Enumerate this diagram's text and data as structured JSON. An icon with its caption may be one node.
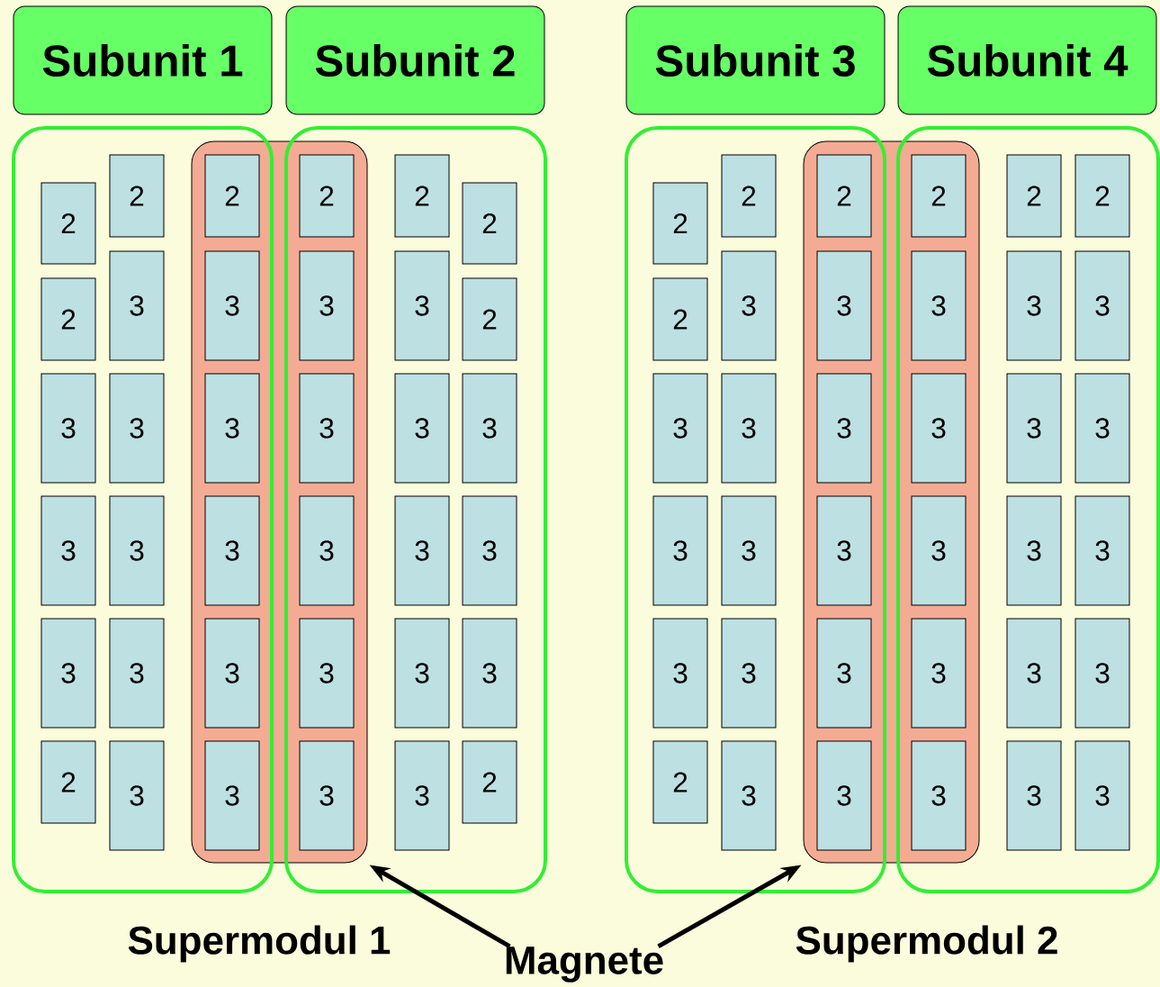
{
  "diagram": {
    "nodes": [
      {
        "text": [
          "Subunit 1"
        ]
      },
      {
        "text": [
          "Subunit 2"
        ]
      },
      {
        "text": [
          "Subunit 3"
        ]
      },
      {
        "text": [
          "Subunit 4"
        ]
      },
      {
        "text": [],
        "shape": "box"
      },
      {
        "text": [],
        "shape": "box"
      },
      {
        "text": [],
        "shape": "box"
      },
      {
        "text": [],
        "shape": "box"
      },
      {
        "text": [],
        "shape": "bar"
      },
      {
        "text": [],
        "shape": "bar"
      },
      {
        "text": [
          "2"
        ],
        "in": 4
      },
      {
        "text": [
          "2"
        ],
        "in": 4
      },
      {
        "text": [
          "3"
        ],
        "in": 4
      },
      {
        "text": [
          "3"
        ],
        "in": 4
      },
      {
        "text": [
          "3"
        ],
        "in": 4
      },
      {
        "text": [
          "2"
        ],
        "in": 4
      },
      {
        "text": [
          "2"
        ],
        "in": 4
      },
      {
        "text": [
          "3"
        ],
        "in": 4
      },
      {
        "text": [
          "3"
        ],
        "in": 4
      },
      {
        "text": [
          "3"
        ],
        "in": 4
      },
      {
        "text": [
          "3"
        ],
        "in": 4
      },
      {
        "text": [
          "3"
        ],
        "in": 4
      },
      {
        "text": [
          "2"
        ]
      },
      {
        "text": [
          "3"
        ]
      },
      {
        "text": [
          "3"
        ]
      },
      {
        "text": [
          "3"
        ]
      },
      {
        "text": [
          "3"
        ]
      },
      {
        "text": [
          "3"
        ]
      },
      {
        "text": [
          "2"
        ]
      },
      {
        "text": [
          "3"
        ]
      },
      {
        "text": [
          "3"
        ]
      },
      {
        "text": [
          "3"
        ]
      },
      {
        "text": [
          "3"
        ]
      },
      {
        "text": [
          "3"
        ]
      },
      {
        "text": [
          "2"
        ],
        "in": 5
      },
      {
        "text": [
          "3"
        ],
        "in": 5
      },
      {
        "text": [
          "3"
        ],
        "in": 5
      },
      {
        "text": [
          "3"
        ],
        "in": 5
      },
      {
        "text": [
          "3"
        ],
        "in": 5
      },
      {
        "text": [
          "3"
        ],
        "in": 5
      },
      {
        "text": [
          "2"
        ],
        "in": 5
      },
      {
        "text": [
          "2"
        ],
        "in": 5
      },
      {
        "text": [
          "3"
        ],
        "in": 5
      },
      {
        "text": [
          "3"
        ],
        "in": 5
      },
      {
        "text": [
          "3"
        ],
        "in": 5
      },
      {
        "text": [
          "2"
        ],
        "in": 5
      },
      {
        "text": [
          "2"
        ],
        "in": 6
      },
      {
        "text": [
          "2"
        ],
        "in": 6
      },
      {
        "text": [
          "3"
        ],
        "in": 6
      },
      {
        "text": [
          "3"
        ],
        "in": 6
      },
      {
        "text": [
          "3"
        ],
        "in": 6
      },
      {
        "text": [
          "2"
        ],
        "in": 6
      },
      {
        "text": [
          "2"
        ],
        "in": 6
      },
      {
        "text": [
          "3"
        ],
        "in": 6
      },
      {
        "text": [
          "3"
        ],
        "in": 6
      },
      {
        "text": [
          "3"
        ],
        "in": 6
      },
      {
        "text": [
          "3"
        ],
        "in": 6
      },
      {
        "text": [
          "3"
        ],
        "in": 6
      },
      {
        "text": [
          "2"
        ]
      },
      {
        "text": [
          "3"
        ]
      },
      {
        "text": [
          "3"
        ]
      },
      {
        "text": [
          "3"
        ]
      },
      {
        "text": [
          "3"
        ]
      },
      {
        "text": [
          "3"
        ]
      },
      {
        "text": [
          "2"
        ]
      },
      {
        "text": [
          "3"
        ]
      },
      {
        "text": [
          "3"
        ]
      },
      {
        "text": [
          "3"
        ]
      },
      {
        "text": [
          "3"
        ]
      },
      {
        "text": [
          "3"
        ]
      },
      {
        "text": [
          "2"
        ],
        "in": 7
      },
      {
        "text": [
          "3"
        ],
        "in": 7
      },
      {
        "text": [
          "3"
        ],
        "in": 7
      },
      {
        "text": [
          "3"
        ],
        "in": 7
      },
      {
        "text": [
          "3"
        ],
        "in": 7
      },
      {
        "text": [
          "3"
        ],
        "in": 7
      },
      {
        "text": [
          "2"
        ],
        "in": 7
      },
      {
        "text": [
          "3"
        ],
        "in": 7
      },
      {
        "text": [
          "3"
        ],
        "in": 7
      },
      {
        "text": [
          "3"
        ],
        "in": 7
      },
      {
        "text": [
          "3"
        ],
        "in": 7
      },
      {
        "text": [
          "3"
        ],
        "in": 7
      },
      {
        "text": [
          "Magnete"
        ]
      }
    ],
    "edges": [
      {
        "from": 82,
        "to": 8,
        "arrow": "to"
      },
      {
        "from": 82,
        "to": 9,
        "arrow": "to"
      }
    ],
    "labels": [
      "Supermodul 1",
      "Supermodul 2"
    ]
  }
}
